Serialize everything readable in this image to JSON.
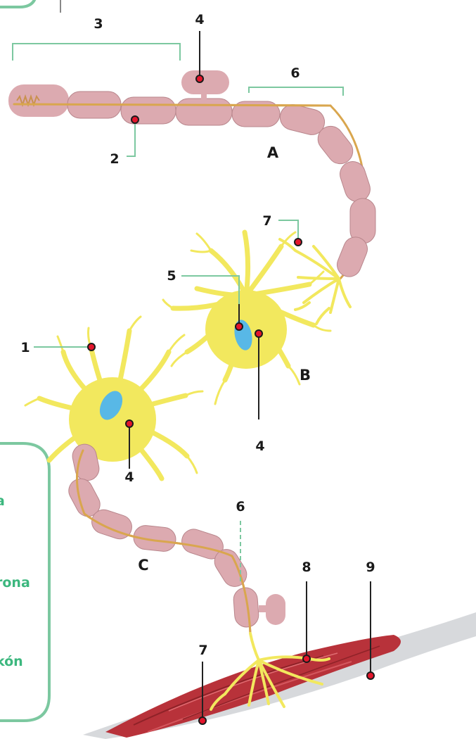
{
  "diagram": {
    "numbers": {
      "n1": "1",
      "n2": "2",
      "n3": "3",
      "n4_top": "4",
      "n4_b": "4",
      "n4_c": "4",
      "n5": "5",
      "n6_top": "6",
      "n6_bottom": "6",
      "n7_top": "7",
      "n7_bottom": "7",
      "n8": "8",
      "n9": "9"
    },
    "letters": {
      "a": "A",
      "b": "B",
      "c": "C"
    },
    "side_panel": {
      "text_1": "a",
      "text_2": "rona",
      "text_3": "kón"
    }
  },
  "colors": {
    "dendrite_yellow": "#f2e85e",
    "nucleus_blue": "#58b8e6",
    "myelin_pink": "#dcaab0",
    "axon_gold": "#d9a64e",
    "marker_red": "#e3152c",
    "bracket_green": "#7cc8a0",
    "panel_green": "#3cb77e",
    "muscle_red": "#b8323a"
  }
}
